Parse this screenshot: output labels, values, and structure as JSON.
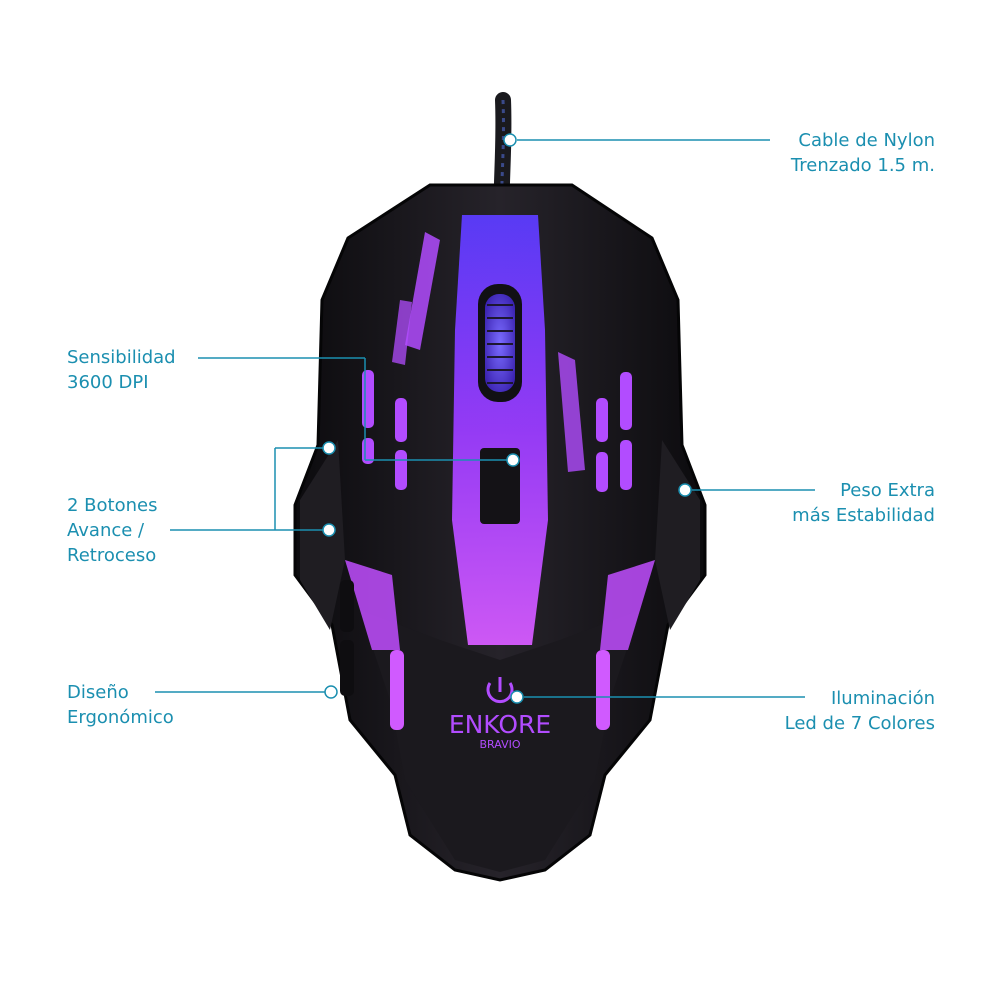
{
  "brand": {
    "name": "ENKORE",
    "model": "BRAVIO"
  },
  "callouts": {
    "cable": {
      "line1": "Cable de Nylon",
      "line2": "Trenzado 1.5 m."
    },
    "sensitivity": {
      "line1": "Sensibilidad",
      "line2": "3600 DPI"
    },
    "side_buttons": {
      "line1": "2 Botones",
      "line2": "Avance /",
      "line3": "Retroceso"
    },
    "weight": {
      "line1": "Peso Extra",
      "line2": "más Estabilidad"
    },
    "design": {
      "line1": "Diseño",
      "line2": "Ergonómico"
    },
    "lighting": {
      "line1": "Iluminación",
      "line2": "Led de 7 Colores"
    }
  },
  "colors": {
    "callout": "#1b8fb0",
    "body": "#151317",
    "glow": "#b24cff"
  }
}
